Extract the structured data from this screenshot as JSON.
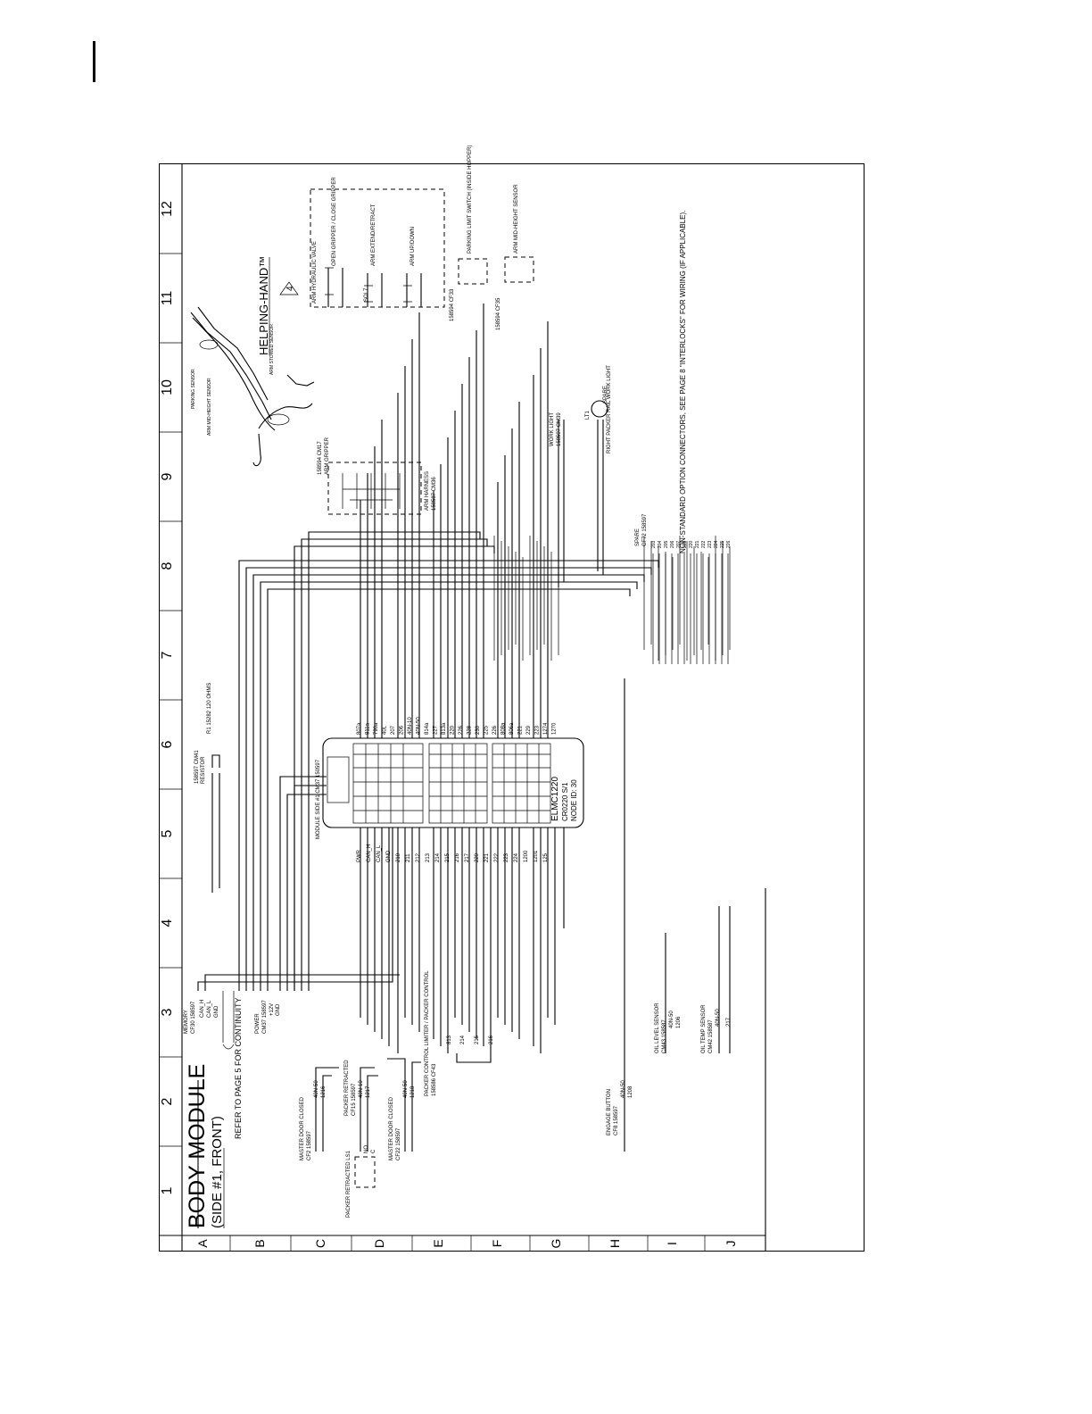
{
  "sheet": {
    "title": "BODY MODULE",
    "subtitle": "(SIDE #1, FRONT)",
    "refer_note": "REFER TO PAGE 5 FOR CONTINUITY",
    "helping_hand": "HELPING-HAND™",
    "revision_marker": "4",
    "non_standard_note": "NON-STANDARD OPTION CONNECTORS, SEE PAGE 8 \"INTERLOCKS\" FOR WIRING (IF APPLICABLE)."
  },
  "grid": {
    "columns": [
      "1",
      "2",
      "3",
      "4",
      "5",
      "6",
      "7",
      "8",
      "9",
      "10",
      "11",
      "12"
    ],
    "rows": [
      "A",
      "B",
      "C",
      "D",
      "E",
      "F",
      "G",
      "H",
      "I",
      "J"
    ]
  },
  "module": {
    "name": "ELMC1220",
    "part": "CR0220 S/1",
    "node": "NODE ID: 30",
    "header_label": "MODULE SIDE #1 CM37 150597"
  },
  "left_connectors": [
    {
      "name": "MEMORY",
      "code": "CF30 158597",
      "wires": [
        "CAN_H",
        "CAN_L",
        "GND"
      ]
    },
    {
      "name": "POWER",
      "code": "CM37 158597",
      "wires": [
        "+12V",
        "GND"
      ]
    },
    {
      "name": "MASTER DOOR CLOSED",
      "code": "CF2 158597",
      "wires": [
        "40N-50",
        "1216"
      ]
    },
    {
      "name": "PACKER RETRACTED",
      "code": "CF15 158597",
      "wires": [
        "40N-10",
        "1217"
      ]
    },
    {
      "name": "PACKER RETRACTED LS1",
      "code": "",
      "wires": [
        "NO",
        "C"
      ]
    },
    {
      "name": "MASTER DOOR CLOSED",
      "code": "CF22 158597",
      "wires": [
        "40N-50",
        "1218"
      ]
    },
    {
      "name": "PACKER CONTROL LIMITER / PACKER CONTROL",
      "code": "158586 CF43",
      "wires": [
        "813",
        "214",
        "215",
        "216"
      ]
    },
    {
      "name": "ENGAGE BUTTON",
      "code": "CF8 158597",
      "wires": [
        "40N-50",
        "1208"
      ]
    },
    {
      "name": "OIL LEVEL SENSOR",
      "code": "CM43 158587",
      "wires": [
        "40N-50",
        "1206"
      ]
    },
    {
      "name": "OIL TEMP SENSOR",
      "code": "CM42 158587",
      "wires": [
        "40N-50",
        "217"
      ]
    }
  ],
  "right_components": [
    {
      "name": "ARM HYDRAULIC VALVE",
      "code": "158587 CM03"
    },
    {
      "name": "OPEN GRIPPER / CLOSE GRIPPER",
      "code": "SOL7"
    },
    {
      "name": "ARM EXTEND/RETRACT",
      "code": ""
    },
    {
      "name": "ARM UP/DOWN",
      "code": ""
    },
    {
      "name": "PARKING LIMIT SWITCH (INSIDE HOPPER)",
      "code": "158594 CF33"
    },
    {
      "name": "ARM MID-HEIGHT SENSOR",
      "code": "158594 CF35"
    },
    {
      "name": "ARM GRIPPER",
      "code": "158594 CM17"
    },
    {
      "name": "ARM HARNESS",
      "code": "158587 CM36"
    },
    {
      "name": "WORK LIGHT",
      "code": "158597 CM39"
    },
    {
      "name": "RIGHT PACKER RAIL WORK LIGHT",
      "code": "LT1"
    },
    {
      "name": "SPARE",
      "code": "CF72 158597"
    },
    {
      "name": "RESISTOR",
      "code": "158597 CM41"
    }
  ],
  "callouts": {
    "resistor": "R1 15282 120 OHMS",
    "parking_sensor": "PARKING SENSOR",
    "arm_mid_height": "ARM MID-HEIGHT SENSOR",
    "arm_stowed": "ARM STOWED SENSOR"
  },
  "module_pin_labels": {
    "left": [
      "807a",
      "811a",
      "790a",
      "40L",
      "207",
      "206",
      "40N-10",
      "40N-50",
      "814a",
      "227",
      "813a",
      "220",
      "226",
      "228",
      "230",
      "225",
      "226",
      "808a",
      "806a",
      "221",
      "229",
      "223",
      "1274",
      "1270"
    ],
    "right": [
      "PWR",
      "CAN_H",
      "CAN_L",
      "GND",
      "210",
      "211",
      "212",
      "213",
      "214",
      "215",
      "216",
      "217",
      "220",
      "221",
      "222",
      "223",
      "224",
      "1200",
      "1201",
      "125"
    ]
  },
  "spare_wires": [
    "203",
    "204",
    "205",
    "206",
    "207",
    "208",
    "220",
    "221",
    "222",
    "223",
    "224",
    "225",
    "226"
  ]
}
